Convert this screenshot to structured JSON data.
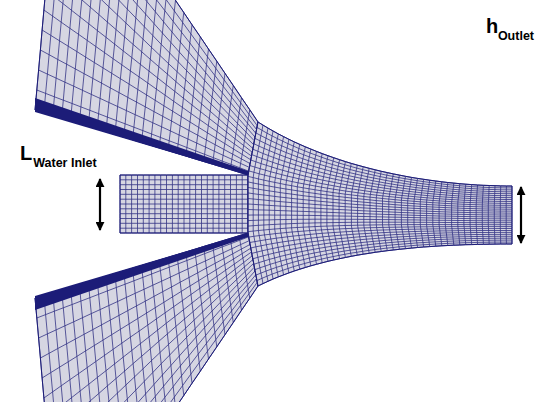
{
  "diagram": {
    "labels": [
      "L",
      "Water Inlet",
      "h",
      "Outlet"
    ]
  }
}
